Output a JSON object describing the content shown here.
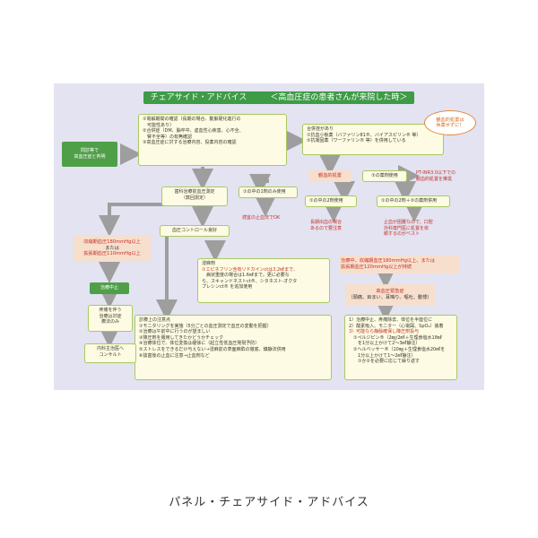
{
  "title": {
    "main": "チェアサイド・アドバイス",
    "sub": "＜高血圧症の患者さんが来院した時＞"
  },
  "start": [
    "問診等で",
    "高血圧症と判明"
  ],
  "check_box": [
    "①電解期間の確認（長期の場合、動脈硬化進行の",
    "　可能性あり）",
    "②合併症（DM、脳卒中、虚血性心疾患、心不全、",
    "　腎不全等）の有無確認",
    "③高血圧症に対する治療内容、投薬内容の確認"
  ],
  "complication_box": [
    "合併症があり",
    "①抗血小板薬（バファリン81®、バイアスピリン® 等）",
    "②抗凝固薬（ワーファリン® 等）を併用している"
  ],
  "bubble": [
    "観血的処置は",
    "休薬せずに！"
  ],
  "procedure_label": "観血的処置",
  "measure_box": [
    "歯科治療前血圧測定",
    "（数回測定）"
  ],
  "control_label": "血圧コントロール良好",
  "over_box": [
    "収縮期血圧180mmHg以上",
    "または",
    "拡張期血圧110mmHg以上"
  ],
  "stop_label": "治療中止",
  "symptom_box": [
    "疼痛を伴う",
    "治療は対症",
    "療法のみ"
  ],
  "consult_box": [
    "内科主治医へ",
    "コンサルト"
  ],
  "anesthesia_box": {
    "title": "浸麻剤",
    "lines": [
      "①エピネフリン含有リドカインctは3.2㎖まで、",
      "　病状重度の場合は1.6㎖まで。更に必要な",
      "ら、スキャンドネストct®、シタネスト-オクタ",
      "プレシンct® を追加使用"
    ]
  },
  "notes_box": {
    "title": "診療上の注意点",
    "lines": [
      "①モニタリングを実施（5分ごとの血圧測定で血圧の変動を把握）",
      "②治療は午前中に行うのが望ましい",
      "③降圧剤を服用してきたかどうかチェック",
      "④治療体位で、体位変換は緩徐に（起立性低血圧発現予防）",
      "⑤ストレスをできるだけ与えない→浸麻前の表面麻酔の徹底、鎮静法併用",
      "⑥抜歯後の止血に注意→止血剤など"
    ]
  },
  "branch_one": "①の中の1剤のみ使用",
  "branch_two": "①の中の2剤使用",
  "branch_three": "①の中の2剤＋②の薬剤併用",
  "branch_warfarin": "②の薬剤使用",
  "inr_box": [
    "PT-INR3.0以下での",
    "観血的処置を推奨"
  ],
  "ok_box": "適宜の止血法でOK",
  "long_box": [
    "長期出血の場合",
    "あるので要注意"
  ],
  "refer_box": [
    "止血が困難なので、口腔",
    "外科専門医に処置を依",
    "頼するのがベスト"
  ],
  "high_box": [
    "治療中、収縮期血圧180mmHg以上、または",
    "拡張期血圧120mmHg以上が持続"
  ],
  "emergency_box": [
    "高血圧緊急症",
    "（頭痛、目まい、耳鳴り、嘔吐、動悸）"
  ],
  "emergency_steps": [
    "1）治療中止、疼痛除去、体位を半座位に",
    "2）酸素吸入、モニター（心電図、SpO₂）装着",
    "3）可能なら静脈確保し降圧剤投与",
    "　①ペルジピン®（2㎎/2㎖＋生理食塩水18㎖",
    "　　を1分以上かけて2～3㎖静注）",
    "　②ヘルベッサー®（10㎎＋生理食塩水20㎖を",
    "　　1分以上かけて1～2㎖静注）",
    "　　①か②を必要に応じて繰り返す"
  ],
  "caption": "パネル・チェアサイド・アドバイス",
  "colors": {
    "panel": "#e3e3f1",
    "title_bar": "#3e9b46",
    "box_fill": "#fdfbe3",
    "box_border": "#a9c961",
    "alert_fill": "#f7dfcd",
    "alert_text": "#c73126",
    "arrow": "#9e9e9e",
    "bubble": "#e6883a"
  }
}
